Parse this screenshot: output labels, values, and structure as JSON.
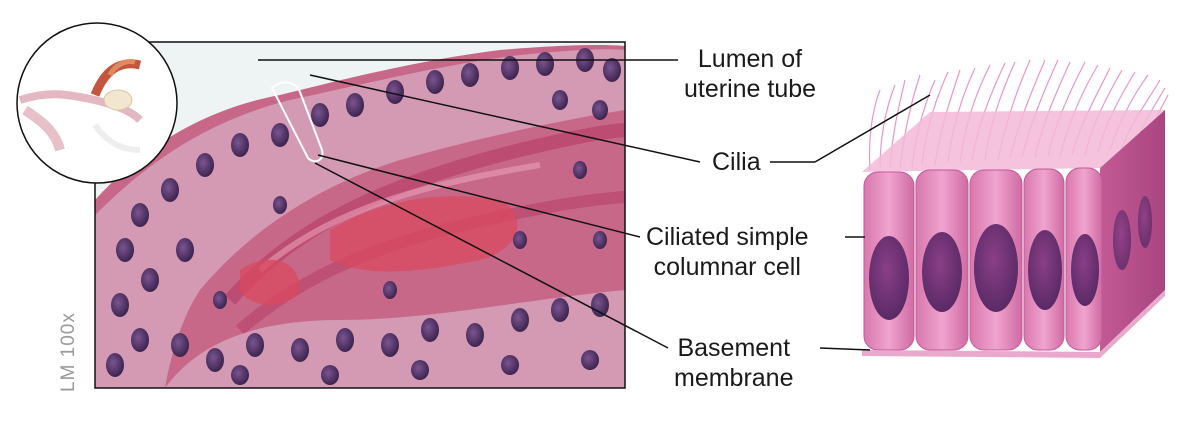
{
  "labels": {
    "lumen_line1": "Lumen of",
    "lumen_line2": "uterine tube",
    "cilia": "Cilia",
    "ciliated_line1": "Ciliated simple",
    "ciliated_line2": "columnar cell",
    "basement_line1": "Basement",
    "basement_line2": "membrane"
  },
  "magnification": "LM 100x",
  "colors": {
    "tissue_pink": "#c45a7e",
    "lumen": "#e8eef0",
    "nucleus_purple": "#5a2e68",
    "cell_pink": "#e88fc0",
    "leader_line": "#111111"
  }
}
